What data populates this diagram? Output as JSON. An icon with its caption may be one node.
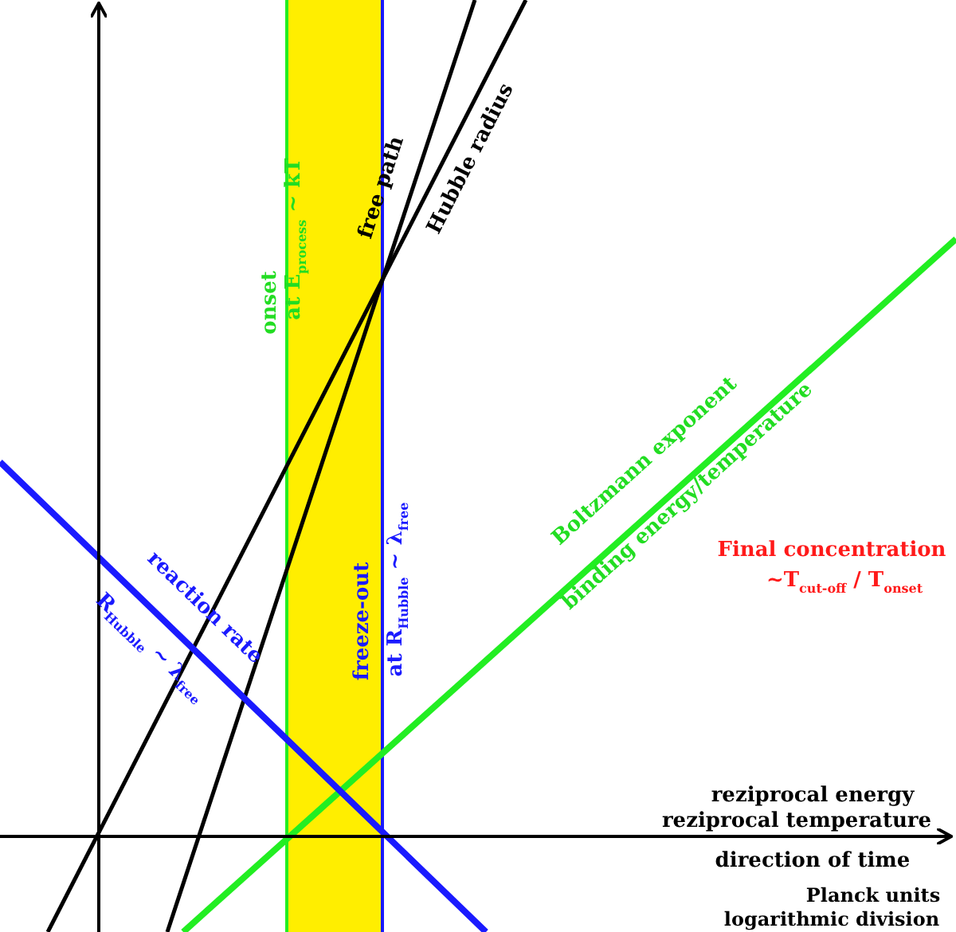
{
  "diagram": {
    "labels": [
      "free path",
      "Hubble radius",
      "onset",
      "at E$_{process}$ ~ kT",
      "Boltzmann exponent",
      "binding energy/temperature",
      "Final concentration",
      "~T$_{cut-off}$ / T$_{onset}$",
      "freeze-out",
      "at R$_{Hubble}$ ~ λ$_{free}$",
      "reaction rate",
      "R$_{Hubble}$ ~ λ$_{free}$",
      "reziprocal energy",
      "reziprocal temperature",
      "direction of time",
      "Planck units",
      "logarithmic division"
    ]
  }
}
